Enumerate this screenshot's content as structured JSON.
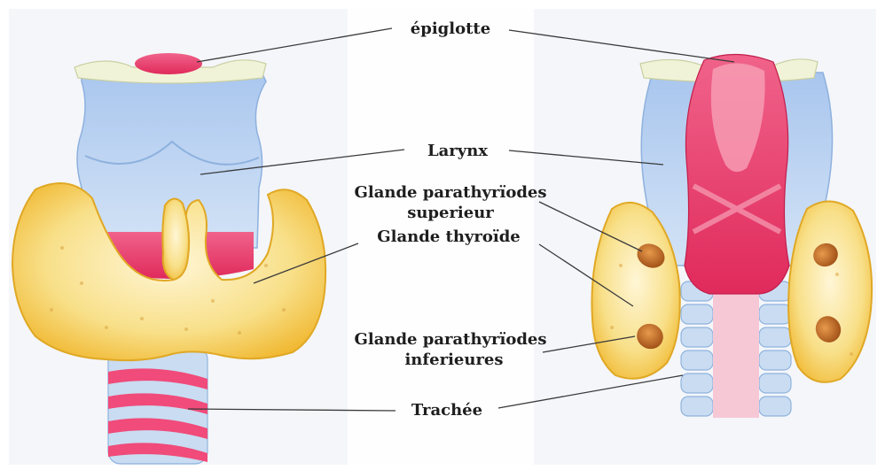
{
  "labels": {
    "epiglotte": "épiglotte",
    "larynx": "Larynx",
    "parathyroid_superior_line1": "Glande parathyrïodes",
    "parathyroid_superior_line2": "superieur",
    "thyroid": "Glande thyroïde",
    "parathyroid_inferior_line1": "Glande parathyrïodes",
    "parathyroid_inferior_line2": "inferieures",
    "trachea": "Trachée"
  },
  "colors": {
    "thyroid": "#f7dc7a",
    "thyroid_edge": "#e8a21a",
    "larynx": "#b9d2f0",
    "cartilage_pink": "#ea3e6e",
    "parathyroid": "#c46a1f",
    "background_plate": "#dfe6f1"
  }
}
